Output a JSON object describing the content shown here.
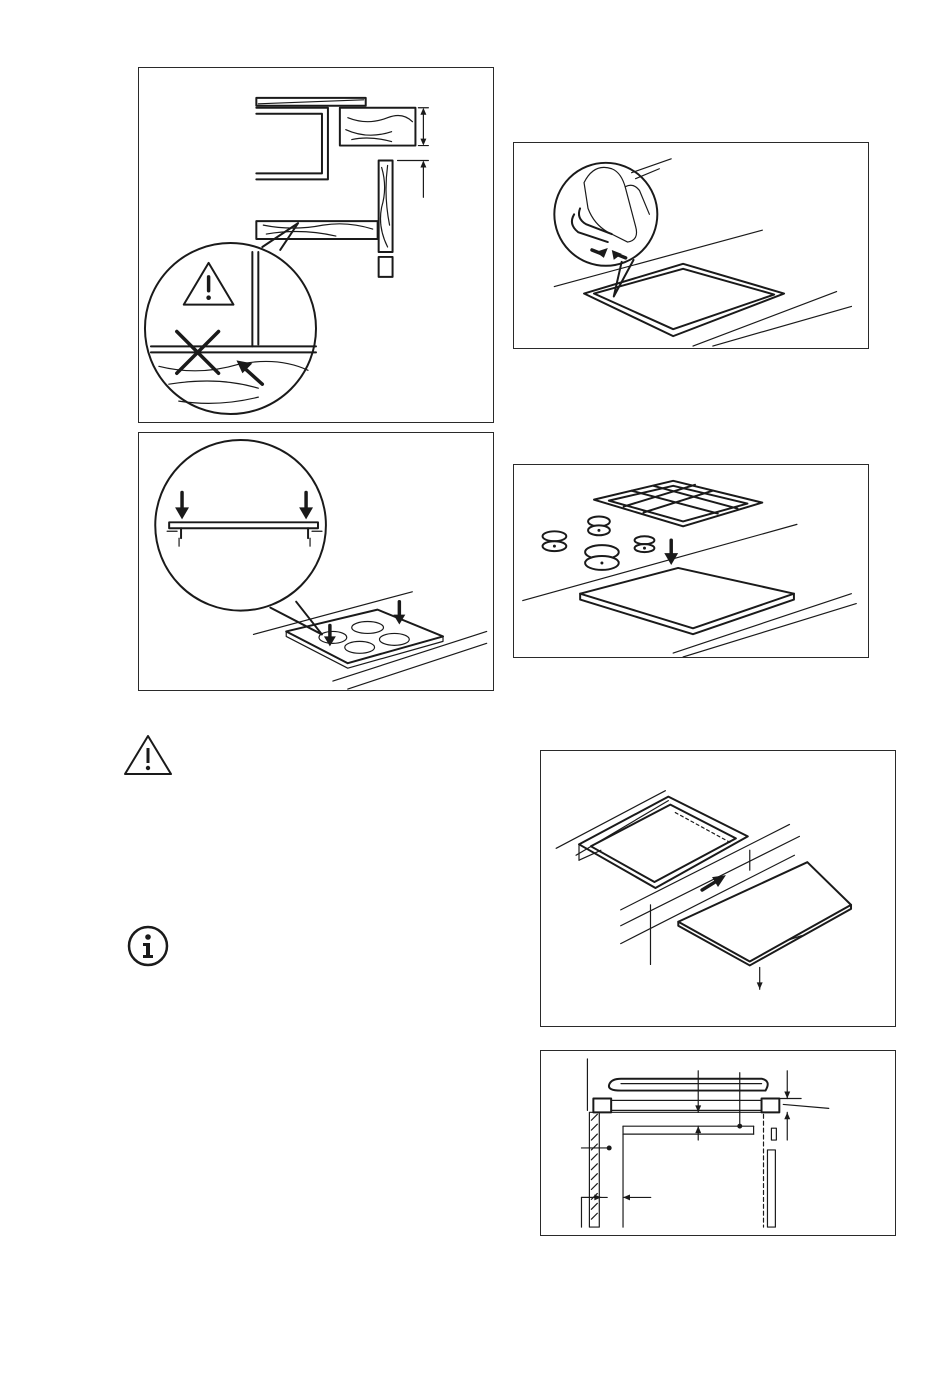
{
  "document": {
    "page_width": 950,
    "page_height": 1374,
    "figures": [
      {
        "id": "fig-seal-edge",
        "icon": "worktop-edge-seal-illustration"
      },
      {
        "id": "fig-seal-strip",
        "icon": "seal-strip-application-illustration"
      },
      {
        "id": "fig-hob-press",
        "icon": "hob-press-down-illustration"
      },
      {
        "id": "fig-gas-hob",
        "icon": "gas-hob-insertion-illustration"
      },
      {
        "id": "fig-cutout",
        "icon": "worktop-cutout-illustration"
      },
      {
        "id": "fig-clearance",
        "icon": "installation-clearance-diagram"
      }
    ],
    "notices": [
      {
        "id": "warning",
        "icon": "warning-triangle-icon",
        "text": ""
      },
      {
        "id": "information",
        "icon": "information-icon",
        "text": ""
      }
    ]
  }
}
